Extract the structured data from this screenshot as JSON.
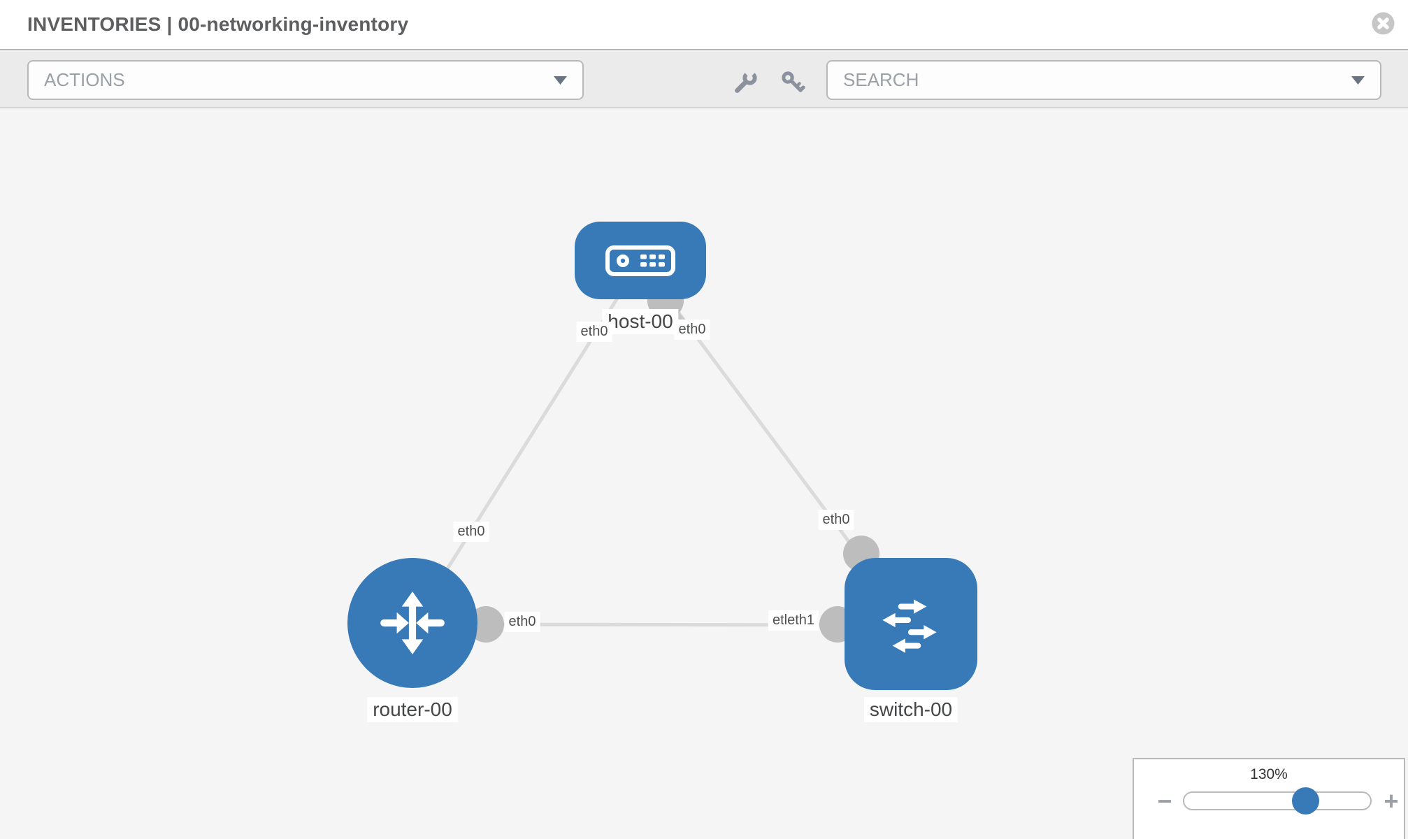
{
  "header": {
    "title": "INVENTORIES | 00-networking-inventory"
  },
  "toolbar": {
    "actions_label": "ACTIONS",
    "search_placeholder": "SEARCH",
    "icon_buttons": [
      "wrench-icon",
      "key-icon"
    ]
  },
  "canvas": {
    "nodes": [
      {
        "label": "host-00",
        "type": "host",
        "shape": "rounded-rect",
        "icon": "host-icon"
      },
      {
        "label": "router-00",
        "type": "router",
        "shape": "circle",
        "icon": "router-icon"
      },
      {
        "label": "switch-00",
        "type": "switch",
        "shape": "rounded-square",
        "icon": "switch-icon"
      }
    ],
    "links": [
      {
        "from": "host-00",
        "to": "router-00",
        "from_port": "eth0",
        "to_port": "eth0"
      },
      {
        "from": "host-00",
        "to": "switch-00",
        "from_port": "eth0",
        "to_port": "eth0"
      },
      {
        "from": "router-00",
        "to": "switch-00",
        "from_port": "eth0",
        "to_port": "eth1",
        "to_port_display": "etleth1"
      }
    ]
  },
  "zoom_control": {
    "level": "130%",
    "minus_label": "−",
    "plus_label": "+"
  },
  "colors": {
    "node_blue": "#377ab7",
    "link_gray": "#dbdbdb",
    "interface_dot_gray": "#bdbdbd",
    "toolbar_icon_gray": "#8b919d",
    "toolbar_bg": "#ebebeb",
    "canvas_bg": "#f5f5f6"
  }
}
